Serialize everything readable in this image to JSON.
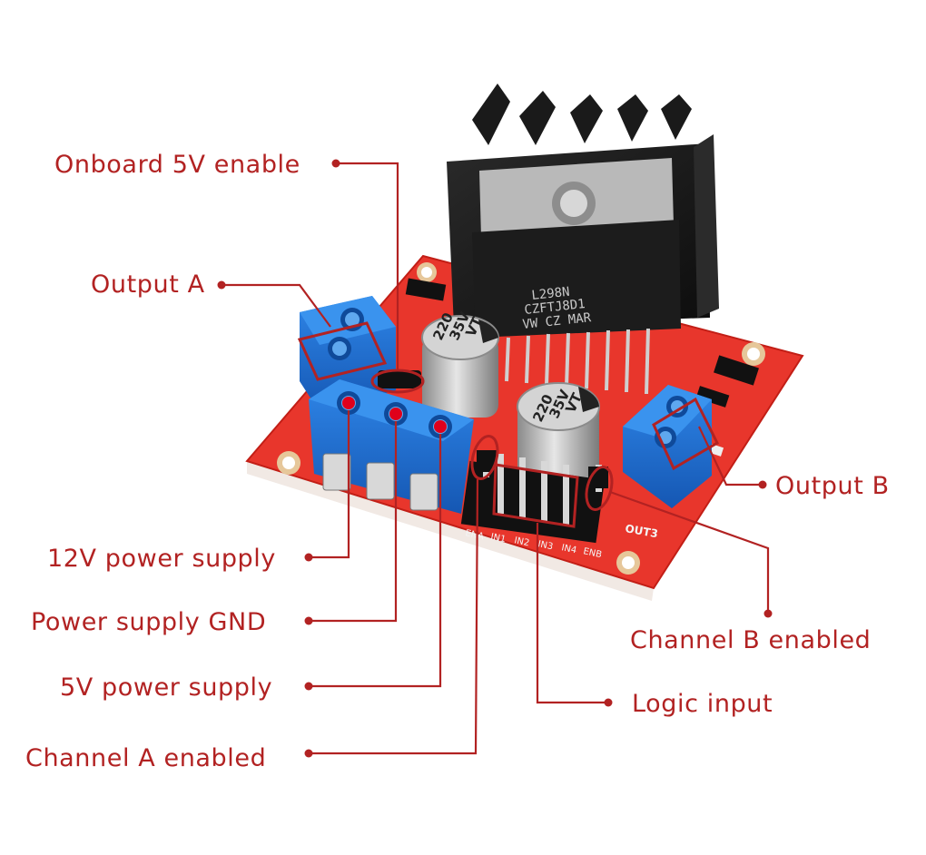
{
  "labels": {
    "onboard_5v_enable": "Onboard 5V enable",
    "output_a": "Output A",
    "output_b": "Output B",
    "power_12v": "12V power supply",
    "power_gnd": "Power supply GND",
    "power_5v": "5V power supply",
    "channel_a_enabled": "Channel A enabled",
    "channel_b_enabled": "Channel B enabled",
    "logic_input": "Logic input"
  },
  "board": {
    "chip_line1": "L298N",
    "chip_line2": "CZFTJ8D1",
    "chip_line3": "VW CZ MAR",
    "cap1_line1": "220",
    "cap1_line2": "35V",
    "cap1_line3": "VT",
    "cap2_line1": "220",
    "cap2_line2": "35V",
    "cap2_line3": "VT",
    "out3_label": "OUT3",
    "pin_labels": [
      "ENA",
      "IN1",
      "IN2",
      "IN3",
      "IN4",
      "ENB"
    ]
  },
  "colors": {
    "annotation": "#b22222",
    "pcb": "#e8362c",
    "terminal": "#1f6fd1",
    "heatsink": "#1a1a1a"
  }
}
